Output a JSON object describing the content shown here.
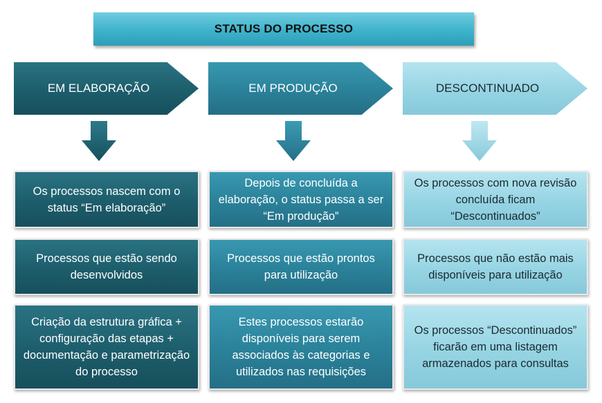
{
  "title": "STATUS DO PROCESSO",
  "colors": {
    "title": "#3fb2cb",
    "elaboracao": "#1d5d6b",
    "producao": "#2a8199",
    "descontinuado": "#96d4e3"
  },
  "columns": [
    {
      "status": "EM ELABORAÇÃO",
      "rows": [
        "Os processos nascem com o status “Em elaboração”",
        "Processos que estão sendo desenvolvidos",
        "Criação da estrutura gráfica + configuração das etapas + documentação e parametrização do processo"
      ]
    },
    {
      "status": "EM PRODUÇÃO",
      "rows": [
        "Depois de concluída a elaboração, o status passa a ser “Em produção”",
        "Processos que estão prontos para utilização",
        "Estes processos estarão disponíveis para serem associados às categorias e utilizados nas requisições"
      ]
    },
    {
      "status": "DESCONTINUADO",
      "rows": [
        "Os processos com nova revisão concluída ficam “Descontinuados”",
        "Processos que não estão mais disponíveis para utilização",
        "Os processos “Descontinuados” ficarão em uma listagem armazenados para consultas"
      ]
    }
  ]
}
